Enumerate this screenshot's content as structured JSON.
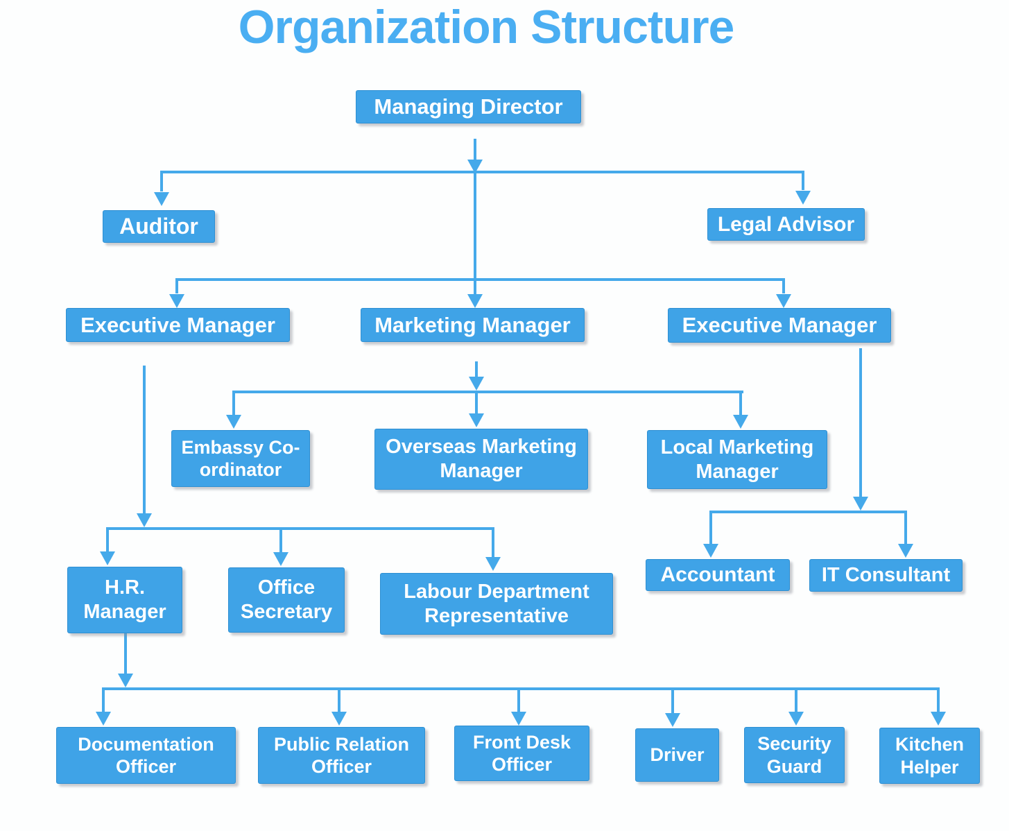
{
  "title": "Organization Structure",
  "colors": {
    "node_fill": "#3fa3e7",
    "node_edge": "#2e8fd2",
    "connector": "#45a9ea",
    "title_text": "#4aaef2",
    "node_text": "#ffffff",
    "background": "#fdfefe"
  },
  "nodes": {
    "managing_director": {
      "label": "Managing Director"
    },
    "auditor": {
      "label": "Auditor"
    },
    "legal_advisor": {
      "label": "Legal Advisor"
    },
    "executive_manager_left": {
      "label": "Executive Manager"
    },
    "marketing_manager": {
      "label": "Marketing Manager"
    },
    "executive_manager_right": {
      "label": "Executive Manager"
    },
    "embassy_coordinator": {
      "label": "Embassy Co-ordinator"
    },
    "overseas_marketing_manager": {
      "label": "Overseas Marketing Manager"
    },
    "local_marketing_manager": {
      "label": "Local Marketing Manager"
    },
    "hr_manager": {
      "label": "H.R. Manager"
    },
    "office_secretary": {
      "label": "Office Secretary"
    },
    "labour_department_representative": {
      "label": "Labour Department Representative"
    },
    "accountant": {
      "label": "Accountant"
    },
    "it_consultant": {
      "label": "IT Consultant"
    },
    "documentation_officer": {
      "label": "Documentation Officer"
    },
    "public_relation_officer": {
      "label": "Public Relation Officer"
    },
    "front_desk_officer": {
      "label": "Front Desk Officer"
    },
    "driver": {
      "label": "Driver"
    },
    "security_guard": {
      "label": "Security Guard"
    },
    "kitchen_helper": {
      "label": "Kitchen Helper"
    }
  },
  "hierarchy": [
    {
      "parent": "Managing Director",
      "children": [
        "Auditor",
        "Legal Advisor",
        "Executive Manager (left)",
        "Marketing Manager",
        "Executive Manager (right)"
      ]
    },
    {
      "parent": "Marketing Manager",
      "children": [
        "Embassy Co-ordinator",
        "Overseas Marketing Manager",
        "Local Marketing Manager"
      ]
    },
    {
      "parent": "Executive Manager (left)",
      "children": [
        "H.R. Manager",
        "Office Secretary",
        "Labour Department Representative"
      ]
    },
    {
      "parent": "Executive Manager (right)",
      "children": [
        "Accountant",
        "IT Consultant"
      ]
    },
    {
      "parent": "H.R. Manager",
      "children": [
        "Documentation Officer",
        "Public Relation Officer",
        "Front Desk Officer",
        "Driver",
        "Security Guard",
        "Kitchen Helper"
      ]
    }
  ]
}
